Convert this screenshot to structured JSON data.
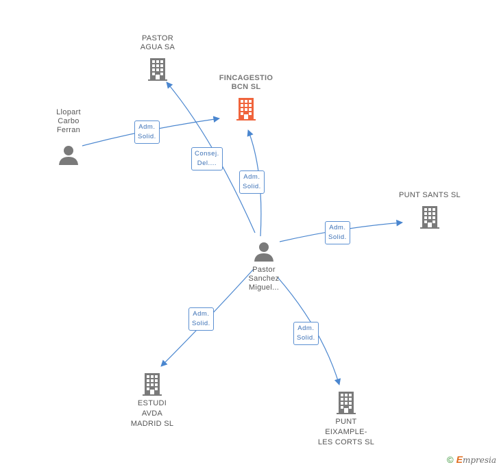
{
  "nodes": {
    "pastor_agua": {
      "label": "PASTOR\nAGUA SA",
      "type": "company"
    },
    "fincagestio": {
      "label": "FINCAGESTIO\nBCN  SL",
      "type": "company-focus"
    },
    "llopart": {
      "label": "Llopart\nCarbo\nFerran",
      "type": "person"
    },
    "punt_sants": {
      "label": "PUNT SANTS SL",
      "type": "company"
    },
    "pastor_sanchez": {
      "label": "Pastor\nSanchez\nMiguel...",
      "type": "person"
    },
    "estudi": {
      "label": "ESTUDI\nAVDA\nMADRID SL",
      "type": "company"
    },
    "punt_eixample": {
      "label": "PUNT\nEIXAMPLE-\nLES CORTS  SL",
      "type": "company"
    }
  },
  "edges": {
    "llopart_fincagestio": "Adm.\nSolid.",
    "pastor_agua": "Consej.\nDel....",
    "pastor_fincagestio": "Adm.\nSolid.",
    "pastor_punt_sants": "Adm.\nSolid.",
    "pastor_estudi": "Adm.\nSolid.",
    "pastor_punt_eixample": "Adm.\nSolid."
  },
  "colors": {
    "edge": "#4a86cf",
    "icon": "#7a7a7a",
    "focus": "#f0643c"
  },
  "footer": {
    "copyright": "©",
    "brand_initial": "E",
    "brand_rest": "mpresia"
  }
}
